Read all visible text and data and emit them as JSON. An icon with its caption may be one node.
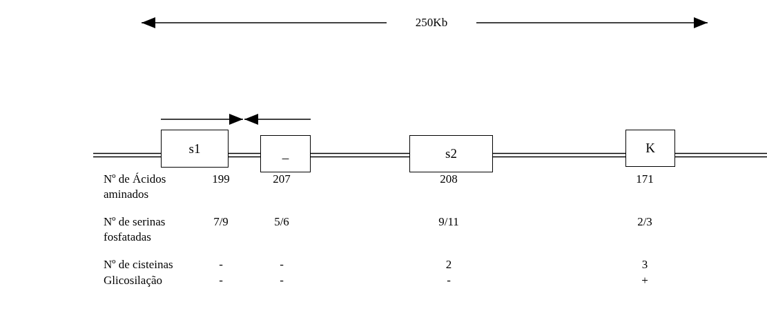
{
  "diagram": {
    "nodes": [
      {
        "text": [
          "s1"
        ]
      },
      {
        "text": [
          "_"
        ]
      },
      {
        "text": [
          "s2"
        ]
      },
      {
        "text": [
          "K"
        ]
      }
    ],
    "edges": [
      {
        "from": null,
        "to": 0,
        "arrow": "none"
      },
      {
        "from": 0,
        "to": 1,
        "arrow": "none"
      },
      {
        "from": 1,
        "to": 2,
        "arrow": "none"
      },
      {
        "from": 2,
        "to": 3,
        "arrow": "none"
      },
      {
        "from": 3,
        "to": null,
        "arrow": "none"
      }
    ],
    "labels": [
      "250Kb",
      "Nº de Ácidos aminados",
      "199",
      "207",
      "208",
      "171",
      "Nº de serinas fosfatadas",
      "7/9",
      "5/6",
      "9/11",
      "2/3",
      "Nº de cisteinas",
      "-",
      "-",
      "2",
      "3",
      "Glicosilação",
      "-",
      "-",
      "-",
      "+"
    ]
  }
}
